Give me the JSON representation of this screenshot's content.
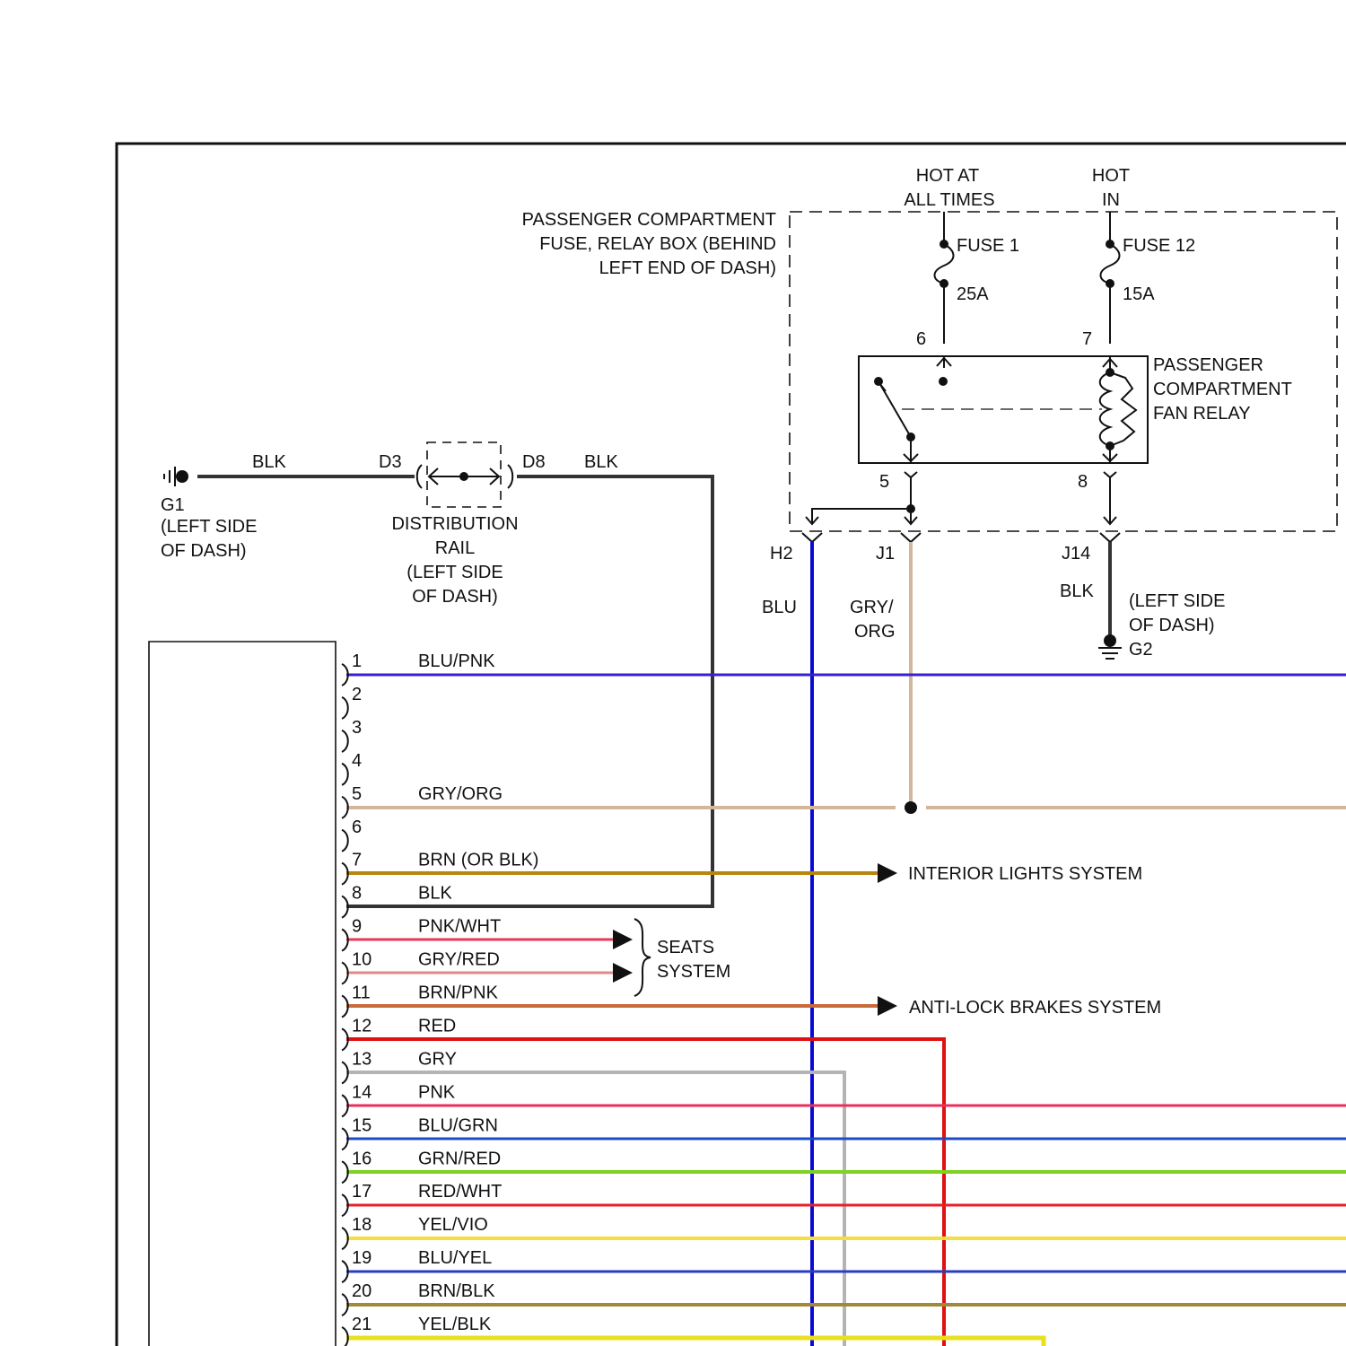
{
  "fuse_box": {
    "label": [
      "PASSENGER COMPARTMENT",
      "FUSE, RELAY BOX (BEHIND",
      "LEFT END OF DASH)"
    ],
    "feed_1": [
      "HOT AT",
      "ALL TIMES"
    ],
    "feed_2": [
      "HOT",
      "IN"
    ],
    "fuse_1": {
      "name": "FUSE 1",
      "rating": "25A"
    },
    "fuse_12": {
      "name": "FUSE 12",
      "rating": "15A"
    }
  },
  "relay": {
    "label": [
      "PASSENGER",
      "COMPARTMENT",
      "FAN RELAY"
    ],
    "pins": {
      "p6": "6",
      "p7": "7",
      "p5": "5",
      "p8": "8"
    }
  },
  "connectors": {
    "h2": "H2",
    "j1": "J1",
    "j14": "J14",
    "d3": "D3",
    "d8": "D8"
  },
  "wire_labels": {
    "blu": "BLU",
    "gry_org": [
      "GRY/",
      "ORG"
    ],
    "blk_g2": "BLK",
    "blk_g1": "BLK",
    "blk_rail": "BLK"
  },
  "ground_g1": {
    "name": "G1",
    "location": [
      "(LEFT SIDE",
      "OF DASH)"
    ]
  },
  "ground_g2": {
    "name": "G2",
    "location": [
      "(LEFT SIDE",
      "OF DASH)"
    ]
  },
  "distribution_rail": {
    "label": [
      "DISTRIBUTION",
      "RAIL",
      "(LEFT SIDE",
      "OF DASH)"
    ]
  },
  "systems": {
    "interior_lights": "INTERIOR LIGHTS SYSTEM",
    "seats": [
      "SEATS",
      "SYSTEM"
    ],
    "abs": "ANTI-LOCK BRAKES SYSTEM"
  },
  "pin_wires": [
    {
      "pin": "1",
      "color": "BLU/PNK",
      "stroke": "#3a1fd0"
    },
    {
      "pin": "2",
      "color": "",
      "stroke": ""
    },
    {
      "pin": "3",
      "color": "",
      "stroke": ""
    },
    {
      "pin": "4",
      "color": "",
      "stroke": ""
    },
    {
      "pin": "5",
      "color": "GRY/ORG",
      "stroke": "#d2b79a"
    },
    {
      "pin": "6",
      "color": "",
      "stroke": ""
    },
    {
      "pin": "7",
      "color": "BRN (OR BLK)",
      "stroke": "#b8860b"
    },
    {
      "pin": "8",
      "color": "BLK",
      "stroke": "#333333"
    },
    {
      "pin": "9",
      "color": "PNK/WHT",
      "stroke": "#e8385a"
    },
    {
      "pin": "10",
      "color": "GRY/RED",
      "stroke": "#e08a8a"
    },
    {
      "pin": "11",
      "color": "BRN/PNK",
      "stroke": "#c86a3a"
    },
    {
      "pin": "12",
      "color": "RED",
      "stroke": "#e01010"
    },
    {
      "pin": "13",
      "color": "GRY",
      "stroke": "#b4b4b4"
    },
    {
      "pin": "14",
      "color": "PNK",
      "stroke": "#e8305a"
    },
    {
      "pin": "15",
      "color": "BLU/GRN",
      "stroke": "#1a4cc8"
    },
    {
      "pin": "16",
      "color": "GRN/RED",
      "stroke": "#7ed321"
    },
    {
      "pin": "17",
      "color": "RED/WHT",
      "stroke": "#e8202a"
    },
    {
      "pin": "18",
      "color": "YEL/VIO",
      "stroke": "#f2e040"
    },
    {
      "pin": "19",
      "color": "BLU/YEL",
      "stroke": "#2a3cc0"
    },
    {
      "pin": "20",
      "color": "BRN/BLK",
      "stroke": "#a08a3a"
    },
    {
      "pin": "21",
      "color": "YEL/BLK",
      "stroke": "#e8e020"
    }
  ]
}
